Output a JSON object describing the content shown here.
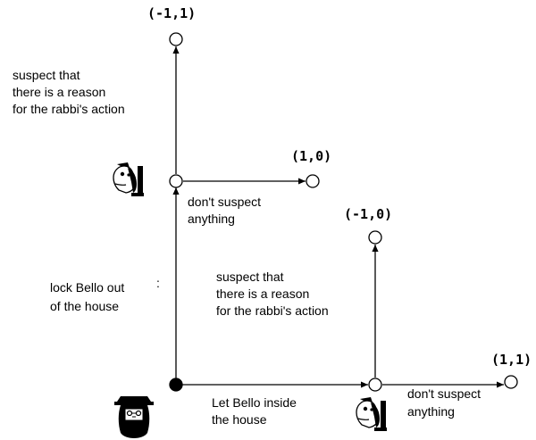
{
  "payoffs": {
    "top": "(-1,1)",
    "dog_mid": "(1,0)",
    "right_up": "(-1,0)",
    "right_far": "(1,1)"
  },
  "labels": {
    "top_suspect_line1": "suspect that",
    "top_suspect_line2": "there is a reason",
    "top_suspect_line3": "for the rabbi's action",
    "mid_dont_suspect_line1": "don't suspect",
    "mid_dont_suspect_line2": "anything",
    "lock_line1": "lock Bello out",
    "lock_line2": "of the house",
    "right_suspect_line1": "suspect that",
    "right_suspect_line2": "there is a reason",
    "right_suspect_line3": "for the rabbi's action",
    "let_line1": "Let Bello inside",
    "let_line2": "the house",
    "right_dont_suspect_line1": "don't suspect",
    "right_dont_suspect_line2": "anything"
  },
  "icons": {
    "rabbi": "rabbi-icon",
    "dog": "dog-icon"
  }
}
